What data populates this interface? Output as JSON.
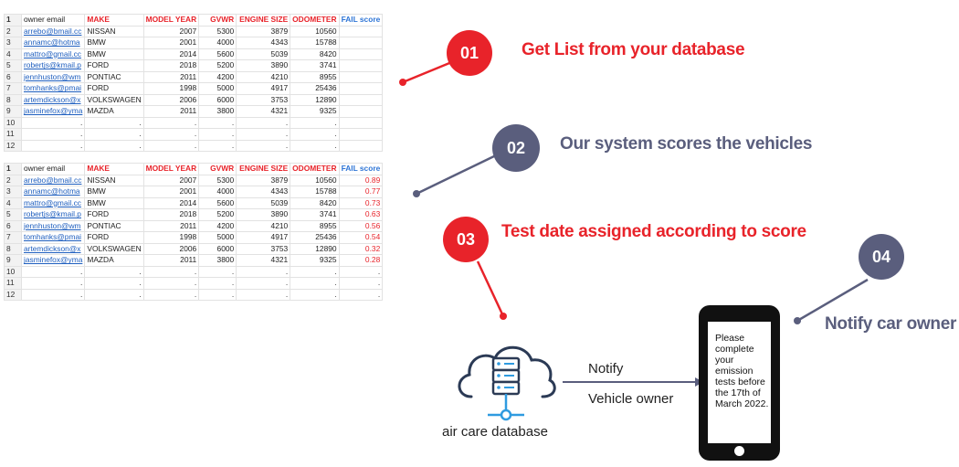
{
  "table1": {
    "headers": [
      "owner email",
      "MAKE",
      "MODEL YEAR",
      "GVWR",
      "ENGINE SIZE",
      "ODOMETER",
      "FAIL score"
    ],
    "rows": [
      {
        "email": "arrebo@bmail.cc",
        "make": "NISSAN",
        "year": "2007",
        "gvwr": "5300",
        "engine": "3879",
        "odometer": "10560",
        "fail": ""
      },
      {
        "email": "annamc@hotma",
        "make": "BMW",
        "year": "2001",
        "gvwr": "4000",
        "engine": "4343",
        "odometer": "15788",
        "fail": ""
      },
      {
        "email": "mattro@gmail.cc",
        "make": "BMW",
        "year": "2014",
        "gvwr": "5600",
        "engine": "5039",
        "odometer": "8420",
        "fail": ""
      },
      {
        "email": "robertjs@kmail.p",
        "make": "FORD",
        "year": "2018",
        "gvwr": "5200",
        "engine": "3890",
        "odometer": "3741",
        "fail": ""
      },
      {
        "email": "jennhuston@wm",
        "make": "PONTIAC",
        "year": "2011",
        "gvwr": "4200",
        "engine": "4210",
        "odometer": "8955",
        "fail": ""
      },
      {
        "email": "tomhanks@pmai",
        "make": "FORD",
        "year": "1998",
        "gvwr": "5000",
        "engine": "4917",
        "odometer": "25436",
        "fail": ""
      },
      {
        "email": "artemdickson@x",
        "make": "VOLKSWAGEN",
        "year": "2006",
        "gvwr": "6000",
        "engine": "3753",
        "odometer": "12890",
        "fail": ""
      },
      {
        "email": "jasminefox@yma",
        "make": "MAZDA",
        "year": "2011",
        "gvwr": "3800",
        "engine": "4321",
        "odometer": "9325",
        "fail": ""
      }
    ],
    "empty_rows": [
      10,
      11,
      12
    ],
    "dot": "."
  },
  "table2": {
    "headers": [
      "owner email",
      "MAKE",
      "MODEL YEAR",
      "GVWR",
      "ENGINE SIZE",
      "ODOMETER",
      "FAIL score"
    ],
    "rows": [
      {
        "email": "arrebo@bmail.cc",
        "make": "NISSAN",
        "year": "2007",
        "gvwr": "5300",
        "engine": "3879",
        "odometer": "10560",
        "fail": "0.89"
      },
      {
        "email": "annamc@hotma",
        "make": "BMW",
        "year": "2001",
        "gvwr": "4000",
        "engine": "4343",
        "odometer": "15788",
        "fail": "0.77"
      },
      {
        "email": "mattro@gmail.cc",
        "make": "BMW",
        "year": "2014",
        "gvwr": "5600",
        "engine": "5039",
        "odometer": "8420",
        "fail": "0.73"
      },
      {
        "email": "robertjs@kmail.p",
        "make": "FORD",
        "year": "2018",
        "gvwr": "5200",
        "engine": "3890",
        "odometer": "3741",
        "fail": "0.63"
      },
      {
        "email": "jennhuston@wm",
        "make": "PONTIAC",
        "year": "2011",
        "gvwr": "4200",
        "engine": "4210",
        "odometer": "8955",
        "fail": "0.56"
      },
      {
        "email": "tomhanks@pmai",
        "make": "FORD",
        "year": "1998",
        "gvwr": "5000",
        "engine": "4917",
        "odometer": "25436",
        "fail": "0.54"
      },
      {
        "email": "artemdickson@x",
        "make": "VOLKSWAGEN",
        "year": "2006",
        "gvwr": "6000",
        "engine": "3753",
        "odometer": "12890",
        "fail": "0.32"
      },
      {
        "email": "jasminefox@yma",
        "make": "MAZDA",
        "year": "2011",
        "gvwr": "3800",
        "engine": "4321",
        "odometer": "9325",
        "fail": "0.28"
      }
    ],
    "empty_rows": [
      10,
      11,
      12
    ],
    "dot": "."
  },
  "steps": [
    {
      "number": "01",
      "label": "Get List from your database"
    },
    {
      "number": "02",
      "label": "Our system scores the vehicles"
    },
    {
      "number": "03",
      "label": "Test date assigned according to score"
    },
    {
      "number": "04",
      "label": "Notify car owner"
    }
  ],
  "database_label": "air care database",
  "arrow_labels": {
    "top": "Notify",
    "bottom": "Vehicle owner"
  },
  "phone_message": "Please complete your emission tests before the 17th of March 2022.",
  "colors": {
    "red": "#e8232a",
    "slate": "#5a5e7d",
    "link": "#1f5fbf",
    "fail_header": "#2e75d6"
  },
  "icons": [
    "cloud-database-icon",
    "smartphone-icon"
  ]
}
